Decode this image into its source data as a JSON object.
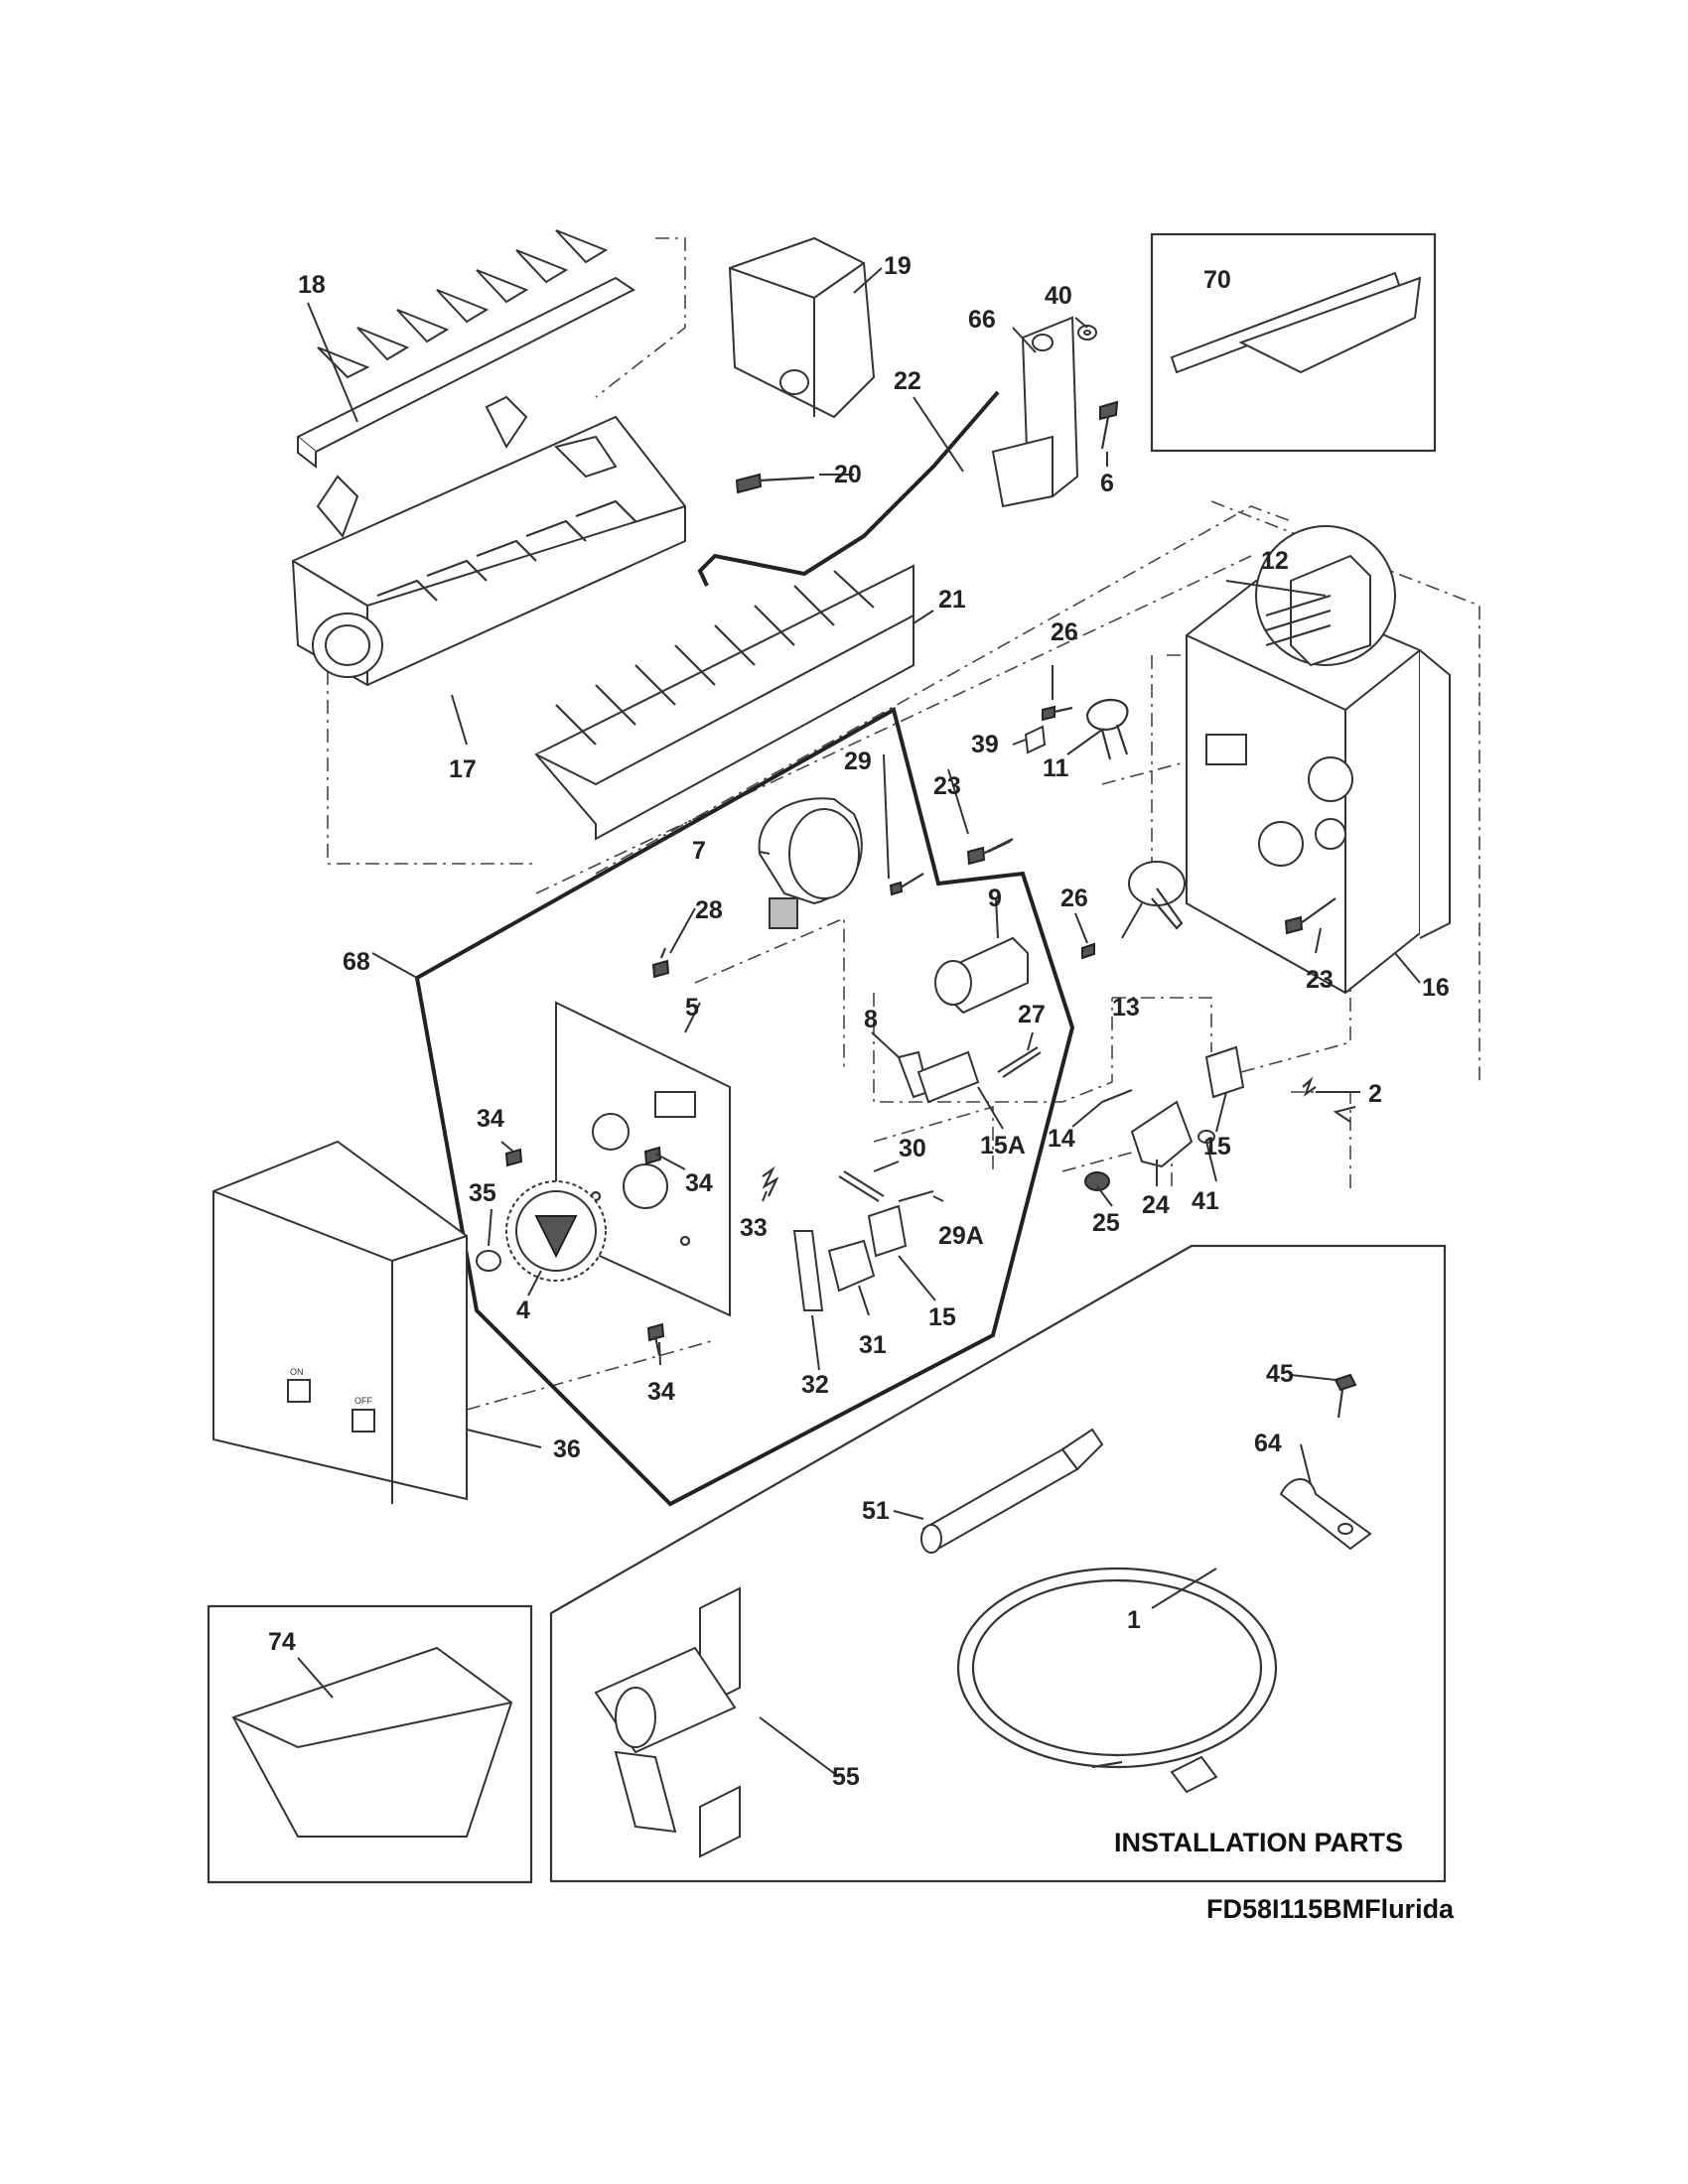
{
  "callouts": {
    "c1": "1",
    "c2": "2",
    "c4": "4",
    "c5": "5",
    "c6": "6",
    "c7": "7",
    "c8": "8",
    "c9": "9",
    "c11": "11",
    "c12": "12",
    "c13": "13",
    "c14": "14",
    "c15a": "15",
    "c15b": "15",
    "c15c": "15A",
    "c16": "16",
    "c17": "17",
    "c18": "18",
    "c19": "19",
    "c20": "20",
    "c21": "21",
    "c22": "22",
    "c23a": "23",
    "c23b": "23",
    "c24": "24",
    "c25": "25",
    "c26a": "26",
    "c26b": "26",
    "c27": "27",
    "c28": "28",
    "c29": "29",
    "c29a": "29A",
    "c30": "30",
    "c31": "31",
    "c32": "32",
    "c33": "33",
    "c34a": "34",
    "c34b": "34",
    "c34c": "34",
    "c35": "35",
    "c36": "36",
    "c39": "39",
    "c40": "40",
    "c41": "41",
    "c45": "45",
    "c51": "51",
    "c55": "55",
    "c64": "64",
    "c66": "66",
    "c68": "68",
    "c70": "70",
    "c74": "74"
  },
  "panel_text": {
    "on_label": "ON",
    "off_label": "OFF"
  },
  "installation_parts_label": "INSTALLATION PARTS",
  "footer_code": "FD58I115BMFlurida"
}
